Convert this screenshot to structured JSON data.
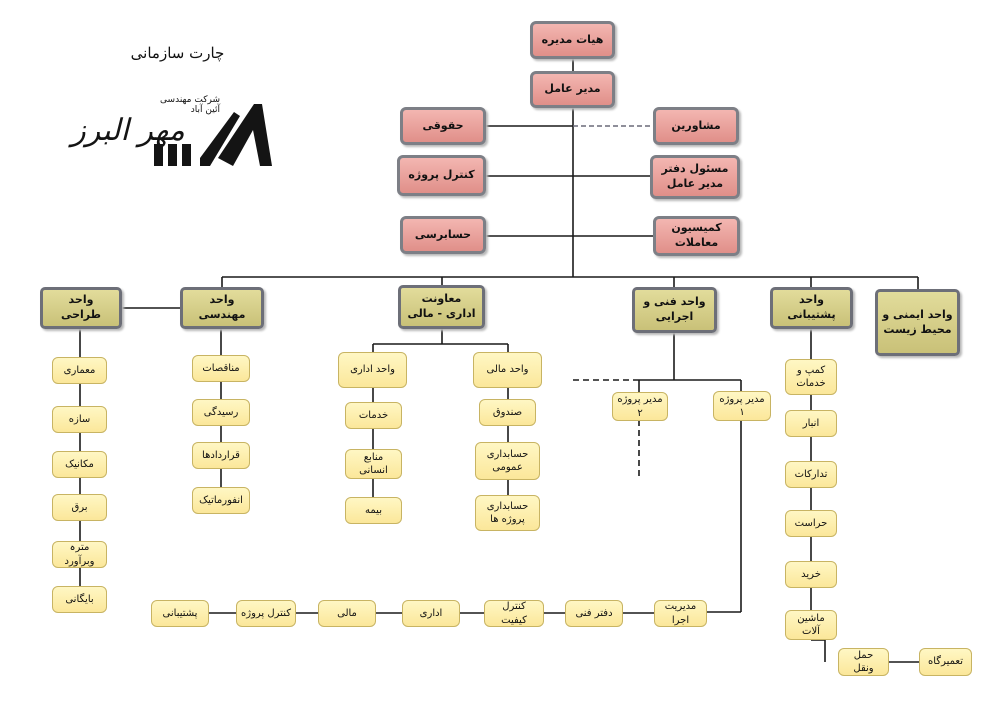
{
  "header": {
    "title": "چارت سازمانی",
    "company": "شرکت مهندسی آئین آباد",
    "logo_text": "مهر البرز"
  },
  "colors": {
    "top_box": "#e8a09a",
    "unit_box": "#d4cc86",
    "sub_box": "#fdeeac",
    "line": "#1a1a1a",
    "dashed_line": "#6a6a78"
  },
  "top": {
    "board": "هیات مدیره",
    "ceo": "مدیر عامل",
    "legal": "حقوقی",
    "advisors": "مشاورین",
    "project_control": "کنترل پروژه",
    "office_manager": "مسئول دفتر مدیر عامل",
    "audit": "حسابرسی",
    "trade_commission": "کمیسیون معاملات"
  },
  "units": {
    "design": "واحد طراحی",
    "engineering": "واحد مهندسی",
    "admin_finance": "معاونت اداری - مالی",
    "technical": "واحد فنی و اجرایی",
    "support": "واحد پشتیبانی",
    "safety": "واحد ایمنی و محیط زیست"
  },
  "design_items": [
    "معماری",
    "سازه",
    "مکانیک",
    "برق",
    "مترہ وبرآورد",
    "بایگانی"
  ],
  "engineering_items": [
    "مناقصات",
    "رسیدگی",
    "قراردادها",
    "انفورماتیک"
  ],
  "admin_unit": {
    "label": "واحد اداری",
    "items": [
      "خدمات",
      "منابع انسانی",
      "بیمه"
    ]
  },
  "finance_unit": {
    "label": "واحد مالی",
    "items": [
      "صندوق",
      "حسابداری عمومی",
      "حسابداری پروژه ها"
    ]
  },
  "project_managers": [
    "مدیر پروژه ۲",
    "مدیر پروژه ۱"
  ],
  "support_items": [
    "کمپ و خدمات",
    "انبار",
    "تدارکات",
    "حراست",
    "خرید",
    "ماشین آلات",
    "حمل ونقل",
    "تعمیرگاه"
  ],
  "project_row": [
    "پشتیبانی",
    "کنترل پروژه",
    "مالی",
    "اداری",
    "کنترل کیفیت",
    "دفتر فنی",
    "مدیریت اجرا"
  ]
}
